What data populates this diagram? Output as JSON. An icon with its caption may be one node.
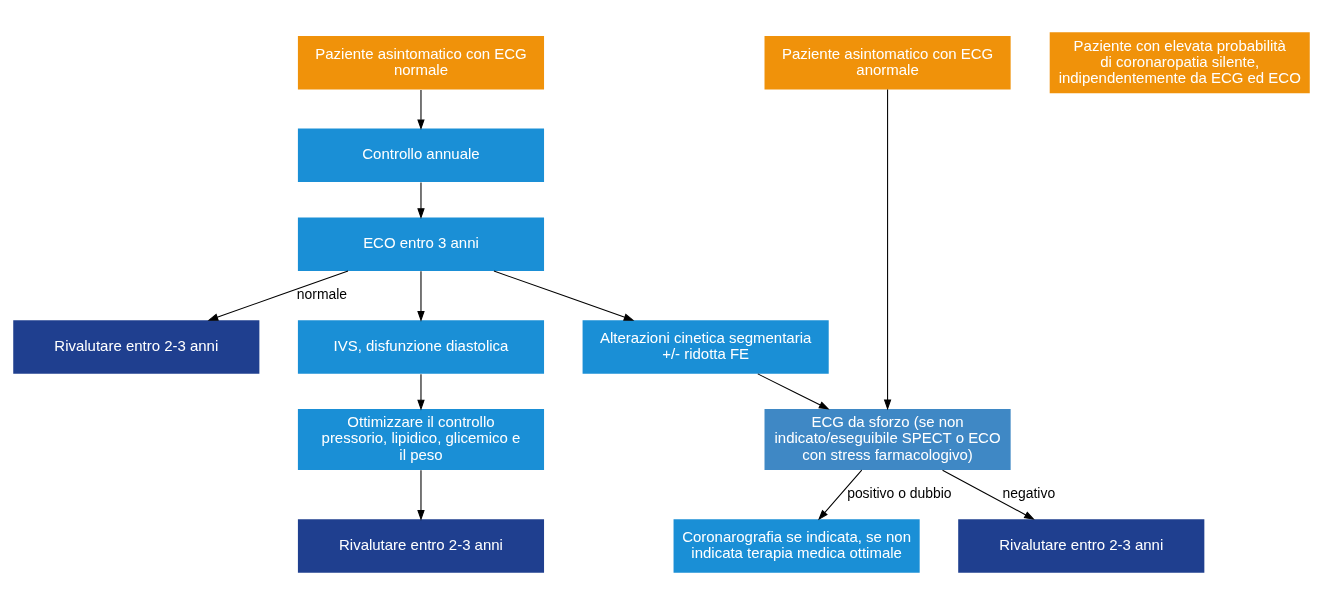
{
  "diagram": {
    "nodes": [
      {
        "text": [
          "Paziente asintomatico con ECG normale"
        ]
      },
      {
        "text": [
          "Paziente asintomatico con ECG anormale"
        ]
      },
      {
        "text": [
          "Paziente con elevata probabilità di coronaropatia silente, indipendentemente da ECG ed ECO"
        ]
      },
      {
        "text": [
          "Controllo annuale"
        ]
      },
      {
        "text": [
          "ECG da sforzo (se non indicato/eseguibile SPECT o ECO con stress farmacologivo)"
        ]
      },
      {
        "text": [
          "Alterazioni cinetica segmentaria +/- ridotta FE"
        ]
      },
      {
        "text": [
          "ECO entro 3 anni"
        ]
      },
      {
        "text": [
          "IVS, disfunzione diastolica"
        ]
      },
      {
        "text": [
          "Rivalutare entro 2-3 anni"
        ]
      },
      {
        "text": [
          "Rivalutare entro 2-3 anni"
        ]
      },
      {
        "text": [
          "Ottimizzare il controllo pressorio, lipidico, glicemico e il peso"
        ]
      },
      {
        "text": [
          "Coronarografia se indicata, se non indicata terapia medica ottimale"
        ]
      },
      {
        "text": [
          "Rivalutare entro 2-3 anni"
        ]
      }
    ],
    "edges": [
      {
        "from": 0,
        "to": 3,
        "arrow": "to"
      },
      {
        "from": 3,
        "to": 6,
        "arrow": "to"
      },
      {
        "from": 6,
        "to": 9,
        "arrow": "to",
        "label": "normale"
      },
      {
        "from": 6,
        "to": 5,
        "arrow": "to"
      },
      {
        "from": 6,
        "to": 7,
        "arrow": "to"
      },
      {
        "from": 1,
        "to": 4,
        "arrow": "to"
      },
      {
        "from": 5,
        "to": 4,
        "arrow": "to"
      },
      {
        "from": 7,
        "to": 10,
        "arrow": "to"
      },
      {
        "from": 10,
        "to": 12,
        "arrow": "to"
      },
      {
        "from": 4,
        "to": 8,
        "arrow": "to",
        "label": "negativo"
      },
      {
        "from": 4,
        "to": 11,
        "arrow": "to",
        "label": "positivo o dubbio"
      }
    ]
  }
}
